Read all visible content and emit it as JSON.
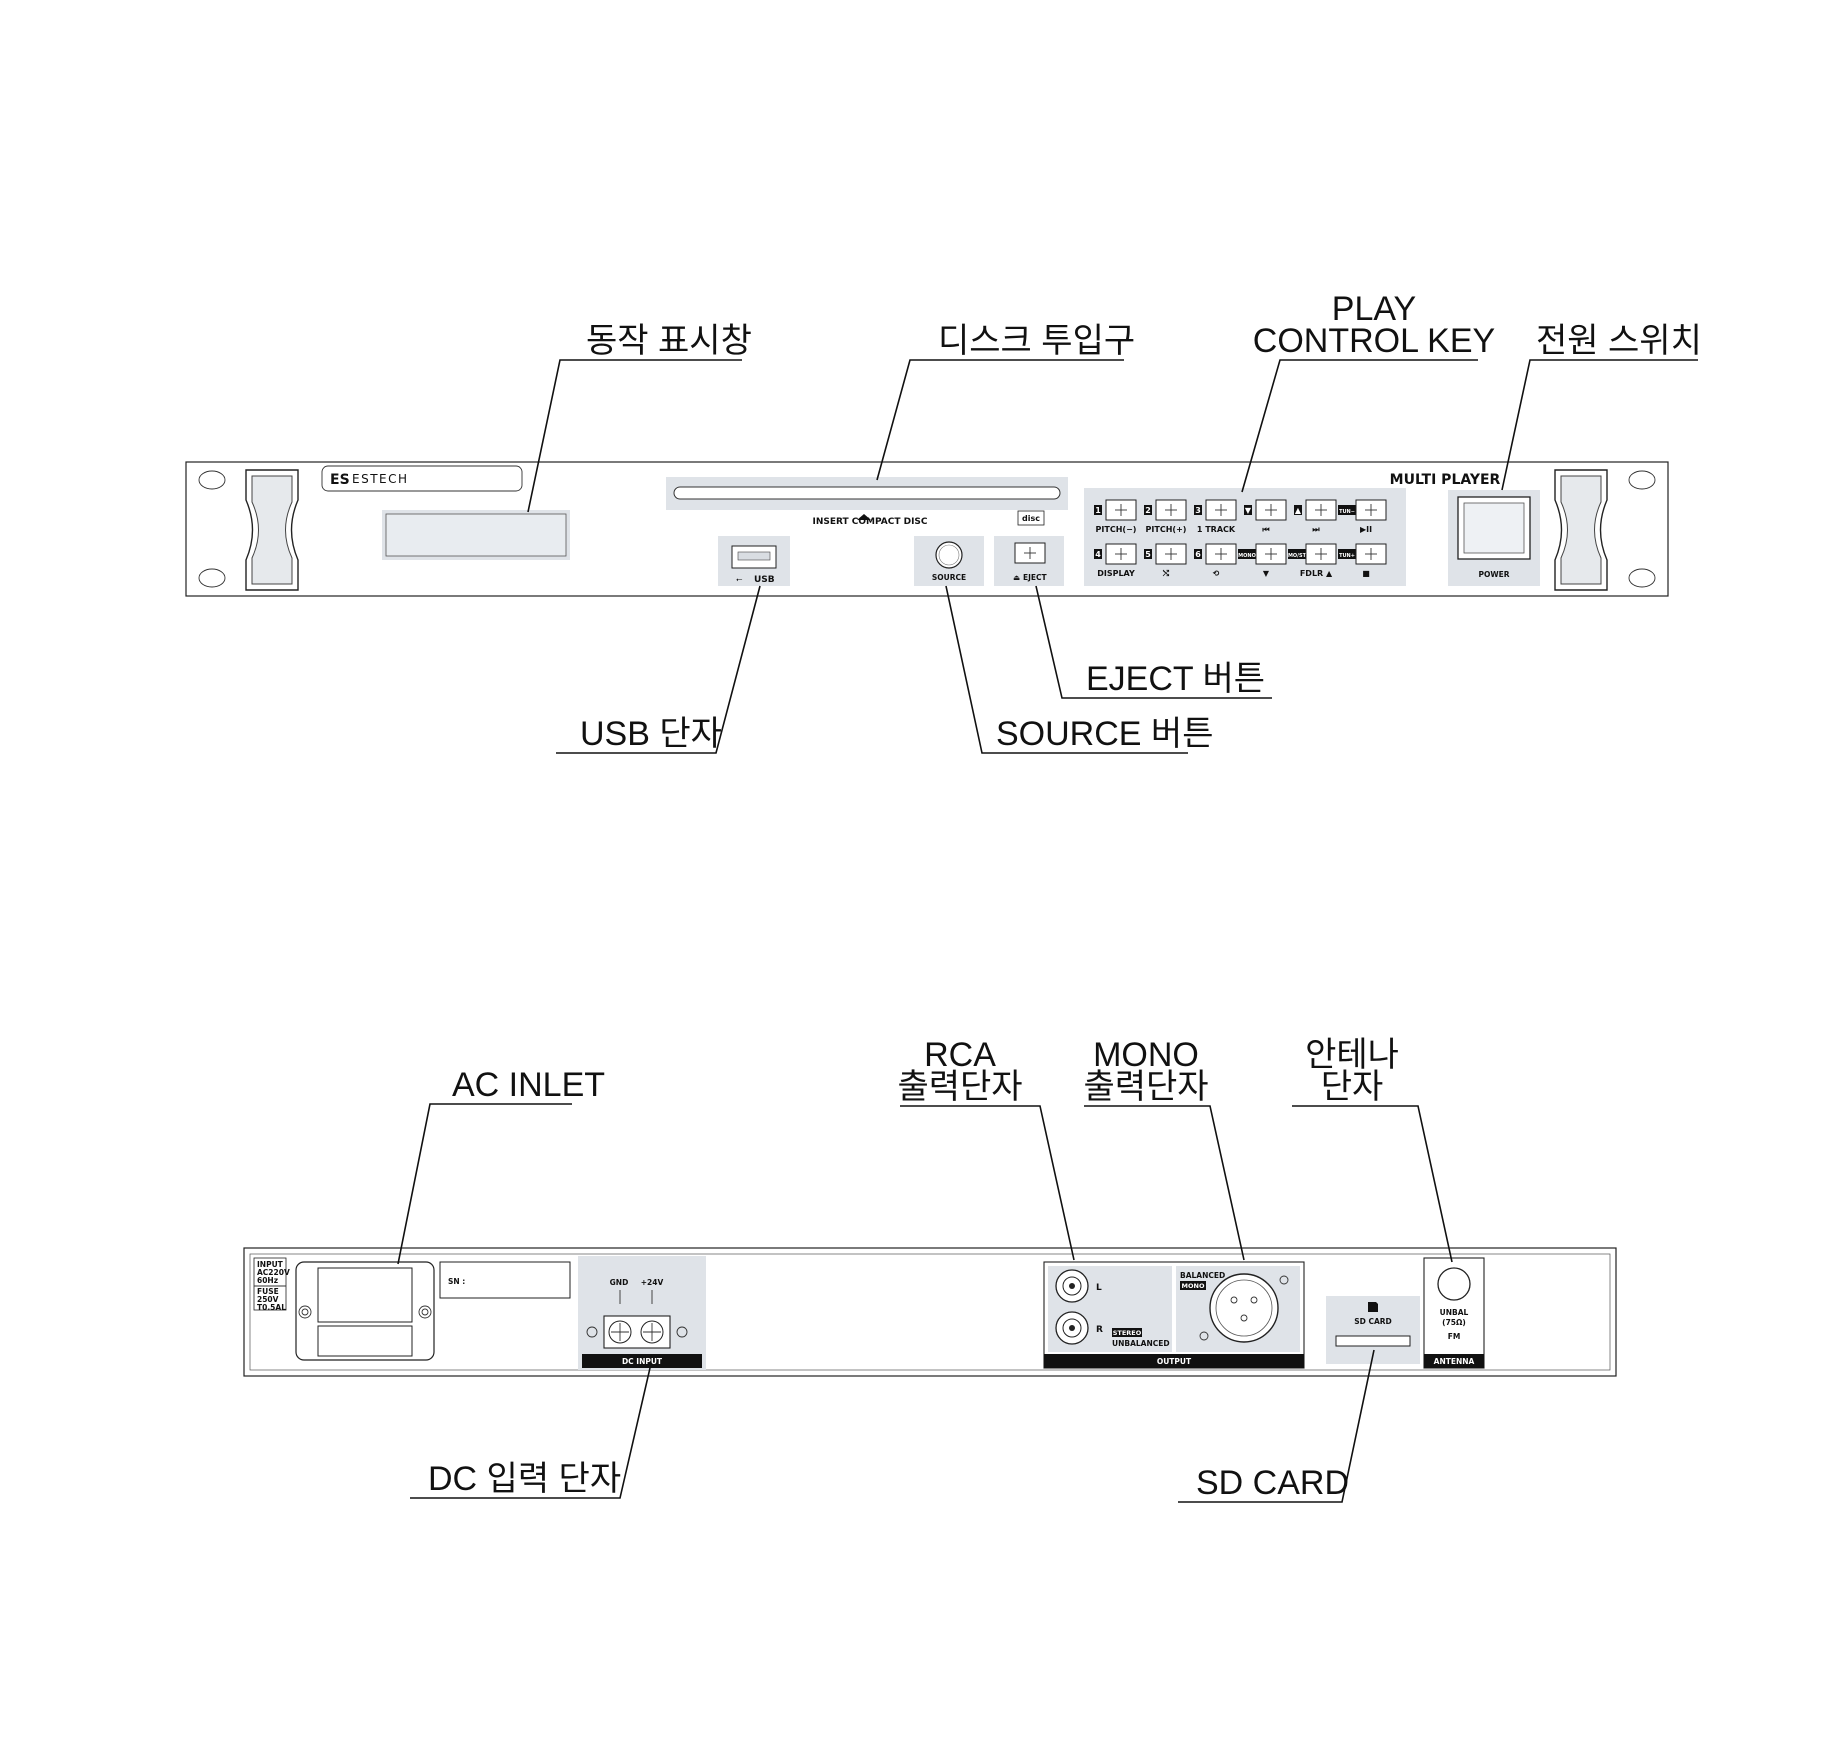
{
  "front_panel": {
    "brand": "ESTECH",
    "brand_mark": "ES",
    "model_label": "MULTI PLAYER",
    "disc_slot_caption": "INSERT COMPACT DISC",
    "disc_logo": "disc",
    "usb_label": "USB",
    "source_label": "SOURCE",
    "eject_label": "EJECT",
    "power_label": "POWER",
    "keys_row1": [
      {
        "num": "1",
        "label": "PITCH(−)"
      },
      {
        "num": "2",
        "label": "PITCH(+)"
      },
      {
        "num": "3",
        "label": "1 TRACK"
      },
      {
        "num": "▼",
        "label": "⏮"
      },
      {
        "num": "▲",
        "label": "⏭"
      },
      {
        "num": "TUN−",
        "label": "▶II"
      }
    ],
    "keys_row2": [
      {
        "num": "4",
        "label": "DISPLAY"
      },
      {
        "num": "5",
        "label": "⤭"
      },
      {
        "num": "6",
        "label": "⟲"
      },
      {
        "num": "MONO",
        "label": "▼"
      },
      {
        "num": "MO/ST",
        "label": "FDLR   ▲"
      },
      {
        "num": "TUN+",
        "label": "■"
      }
    ]
  },
  "back_panel": {
    "input_spec": [
      "INPUT",
      "AC220V",
      "60Hz"
    ],
    "fuse_spec": [
      "FUSE",
      "250V",
      "T0.5AL"
    ],
    "sn_label": "SN :",
    "gnd_label": "GND",
    "v24_label": "+24V",
    "dc_input_label": "DC INPUT",
    "rca_l": "L",
    "rca_r": "R",
    "stereo_label": "STEREO",
    "unbalanced_label": "UNBALANCED",
    "balanced_label": "BALANCED",
    "mono_label": "MONO",
    "output_label": "OUTPUT",
    "sd_card_label": "SD CARD",
    "unbal_label": "UNBAL",
    "ohm_label": "(75Ω)",
    "fm_label": "FM",
    "antenna_label": "ANTENNA"
  },
  "callouts": {
    "display": "동작 표시창",
    "disc_slot": "디스크 투입구",
    "play_key_1": "PLAY",
    "play_key_2": "CONTROL KEY",
    "power": "전원 스위치",
    "eject": "EJECT 버튼",
    "usb": "USB 단자",
    "source": "SOURCE 버튼",
    "ac_inlet": "AC INLET",
    "rca_1": "RCA",
    "rca_2": "출력단자",
    "mono_1": "MONO",
    "mono_2": "출력단자",
    "antenna_1": "안테나",
    "antenna_2": "단자",
    "dc_input": "DC 입력 단자",
    "sd_card": "SD CARD"
  }
}
